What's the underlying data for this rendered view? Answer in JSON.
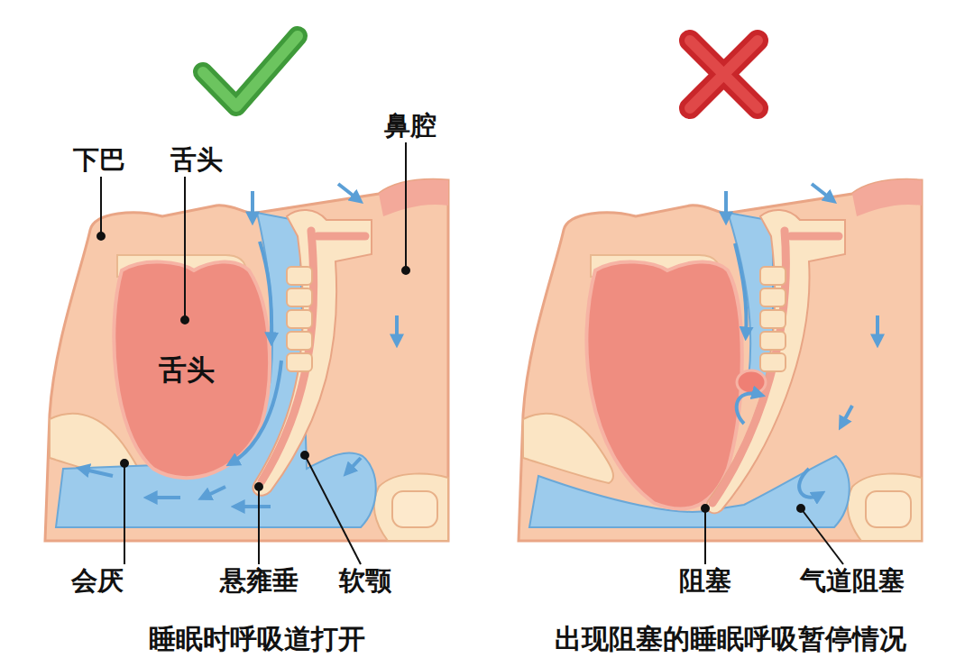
{
  "diagram": {
    "labels": [
      "下巴",
      "舌头",
      "舌头",
      "鼻腔",
      "会厌",
      "悬雍垂",
      "软颚",
      "阻塞",
      "气道阻塞",
      "睡眠时呼吸道打开",
      "出现阻塞的睡眠呼吸暂停情况"
    ]
  }
}
